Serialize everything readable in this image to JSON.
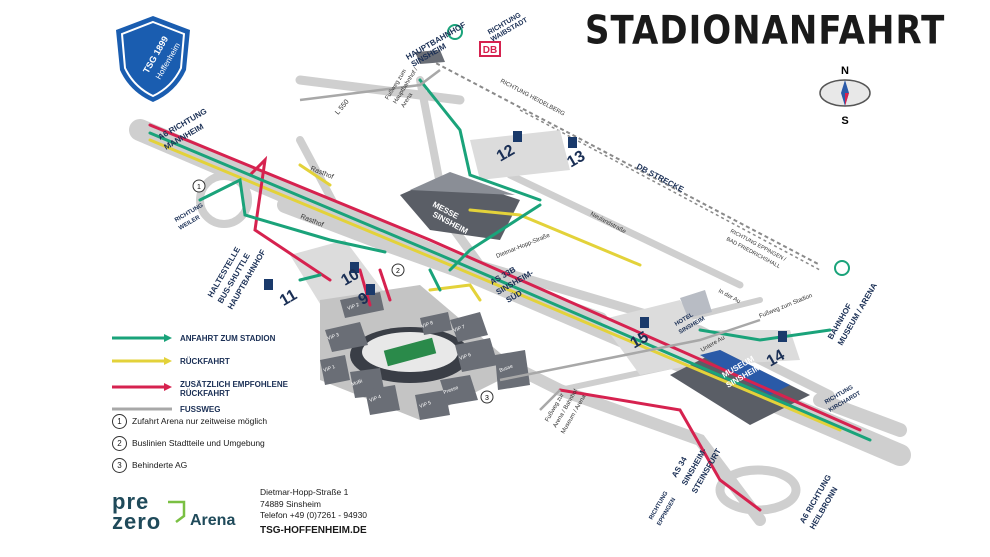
{
  "title": "STADIONANFAHRT",
  "logo": {
    "line1": "TSG 1899",
    "line2": "Hoffenheim"
  },
  "compass": {
    "north": "N",
    "south": "S"
  },
  "legend": [
    {
      "label": "ANFAHRT ZUM STADION",
      "color": "#1aa37a"
    },
    {
      "label": "RÜCKFAHRT",
      "color": "#e3d23a"
    },
    {
      "label": "ZUSÄTZLICH EMPFOHLENE",
      "label2": "RÜCKFAHRT",
      "color": "#d6224f"
    },
    {
      "label": "FUSSWEG",
      "color": "#a8a8a8"
    }
  ],
  "notes": [
    {
      "num": "1",
      "text": "Zufahrt Arena nur zeitweise möglich"
    },
    {
      "num": "2",
      "text": "Buslinien Stadtteile und Umgebung"
    },
    {
      "num": "3",
      "text": "Behinderte AG"
    }
  ],
  "address": {
    "street": "Dietmar-Hopp-Straße 1",
    "city": "74889 Sinsheim",
    "phone": "Telefon +49 (0)7261 - 94930",
    "web": "TSG-HOFFENHEIM.DE"
  },
  "brand": {
    "line1": "pre",
    "line2": "zero",
    "arena": "Arena"
  },
  "map_labels": {
    "hbf": "HAUPTBAHNHOF",
    "hbf2": "SINSHEIM",
    "richtung_waibstadt": "RICHTUNG",
    "richtung_waibstadt2": "WAIBSTADT",
    "db": "DB",
    "richtung_heidelberg": "RICHTUNG HEIDELBERG",
    "fussweg_hbf": "Fußweg zum",
    "fussweg_hbf2": "Hauptbahnhof /",
    "fussweg_hbf3": "Arena",
    "l550": "L 550",
    "as6": "A6 RICHTUNG",
    "as6b": "MANNHEIM",
    "rasthof1": "Rasthof",
    "rasthof2": "Rasthof",
    "richtung_weiler": "RICHTUNG",
    "richtung_weiler2": "WEILER",
    "haltestelle": "HALTESTELLE",
    "haltestelle2": "BUS-SHUTTLE",
    "haltestelle3": "HAUPTBAHNHOF",
    "messe": "MESSE",
    "messe2": "SINSHEIM",
    "dietmar": "Dietmar-Hopp-Straße",
    "neulandstrasse": "Neulandstraße",
    "db_strecke": "DB STRECKE",
    "richtung_eppingen": "RICHTUNG EPPINGEN /",
    "richtung_eppingen2": "BAD FRIEDRICHSHALL",
    "as33": "AS 33B",
    "as33b": "SINSHEIM-",
    "as33c": "SÜD",
    "in_der_au": "In der Au",
    "fussweg_stadion": "Fußweg zum Stadion",
    "bahnhof_museum": "BAHNHOF",
    "bahnhof_museum2": "MUSEUM / ARENA",
    "hotel": "HOTEL",
    "hotel2": "SINSHEIM",
    "untere_au": "Untere Au",
    "museum": "MUSEUM",
    "museum2": "SINSHEIM",
    "richtung_kirchardt": "RICHTUNG",
    "richtung_kirchardt2": "KIRCHARDT",
    "fussweg_arena": "Fußweg zur",
    "fussweg_arena2": "Arena / Bahnhof",
    "fussweg_arena3": "Museum / Arena",
    "as34": "AS 34",
    "as34b": "SINSHEIM-",
    "as34c": "STEINSFURT",
    "richtung_eppingen_s": "RICHTUNG",
    "richtung_eppingen_s2": "EPPINGEN",
    "a6_heilbronn": "A6 RICHTUNG",
    "a6_heilbronn2": "HEILBRONN",
    "vip1": "VIP 1",
    "vip2": "VIP 2",
    "vip3": "VIP 3",
    "vip4": "VIP 4",
    "vip5": "VIP 5",
    "vip6": "VIP 6",
    "vip7": "VIP 7",
    "vip8": "VIP 8",
    "mobi": "MoBi",
    "presse": "Presse",
    "busse": "Busse"
  },
  "parking": [
    {
      "number": "9"
    },
    {
      "number": "10"
    },
    {
      "number": "11"
    },
    {
      "number": "12"
    },
    {
      "number": "13"
    },
    {
      "number": "14"
    },
    {
      "number": "15"
    }
  ],
  "colors": {
    "green": "#1aa37a",
    "yellow": "#e3d23a",
    "red": "#d6224f",
    "grey_road": "#c9c9c9",
    "navy": "#1a3a6b",
    "walk": "#a8a8a8",
    "building": "#5a5e66"
  }
}
